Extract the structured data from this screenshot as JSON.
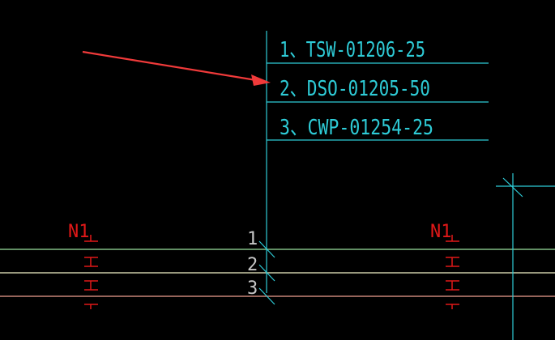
{
  "drawing": {
    "background_color": "#000000",
    "leader_color": "#2ecbd6",
    "pipe_colors": [
      "#9be3a0",
      "#f2f2c8",
      "#f0a090"
    ],
    "tag_color": "#e01818",
    "number_color": "#c6c6c6",
    "arrow_color": "#f03a3a",
    "cursor_color": "#2ecbd6"
  },
  "annotation": {
    "labels": [
      "1、TSW-01206-25",
      "2、DSO-01205-50",
      "3、CWP-01254-25"
    ],
    "pipe_numbers": [
      "1",
      "2",
      "3"
    ]
  },
  "tags": {
    "left": "N1",
    "right": "N1"
  }
}
